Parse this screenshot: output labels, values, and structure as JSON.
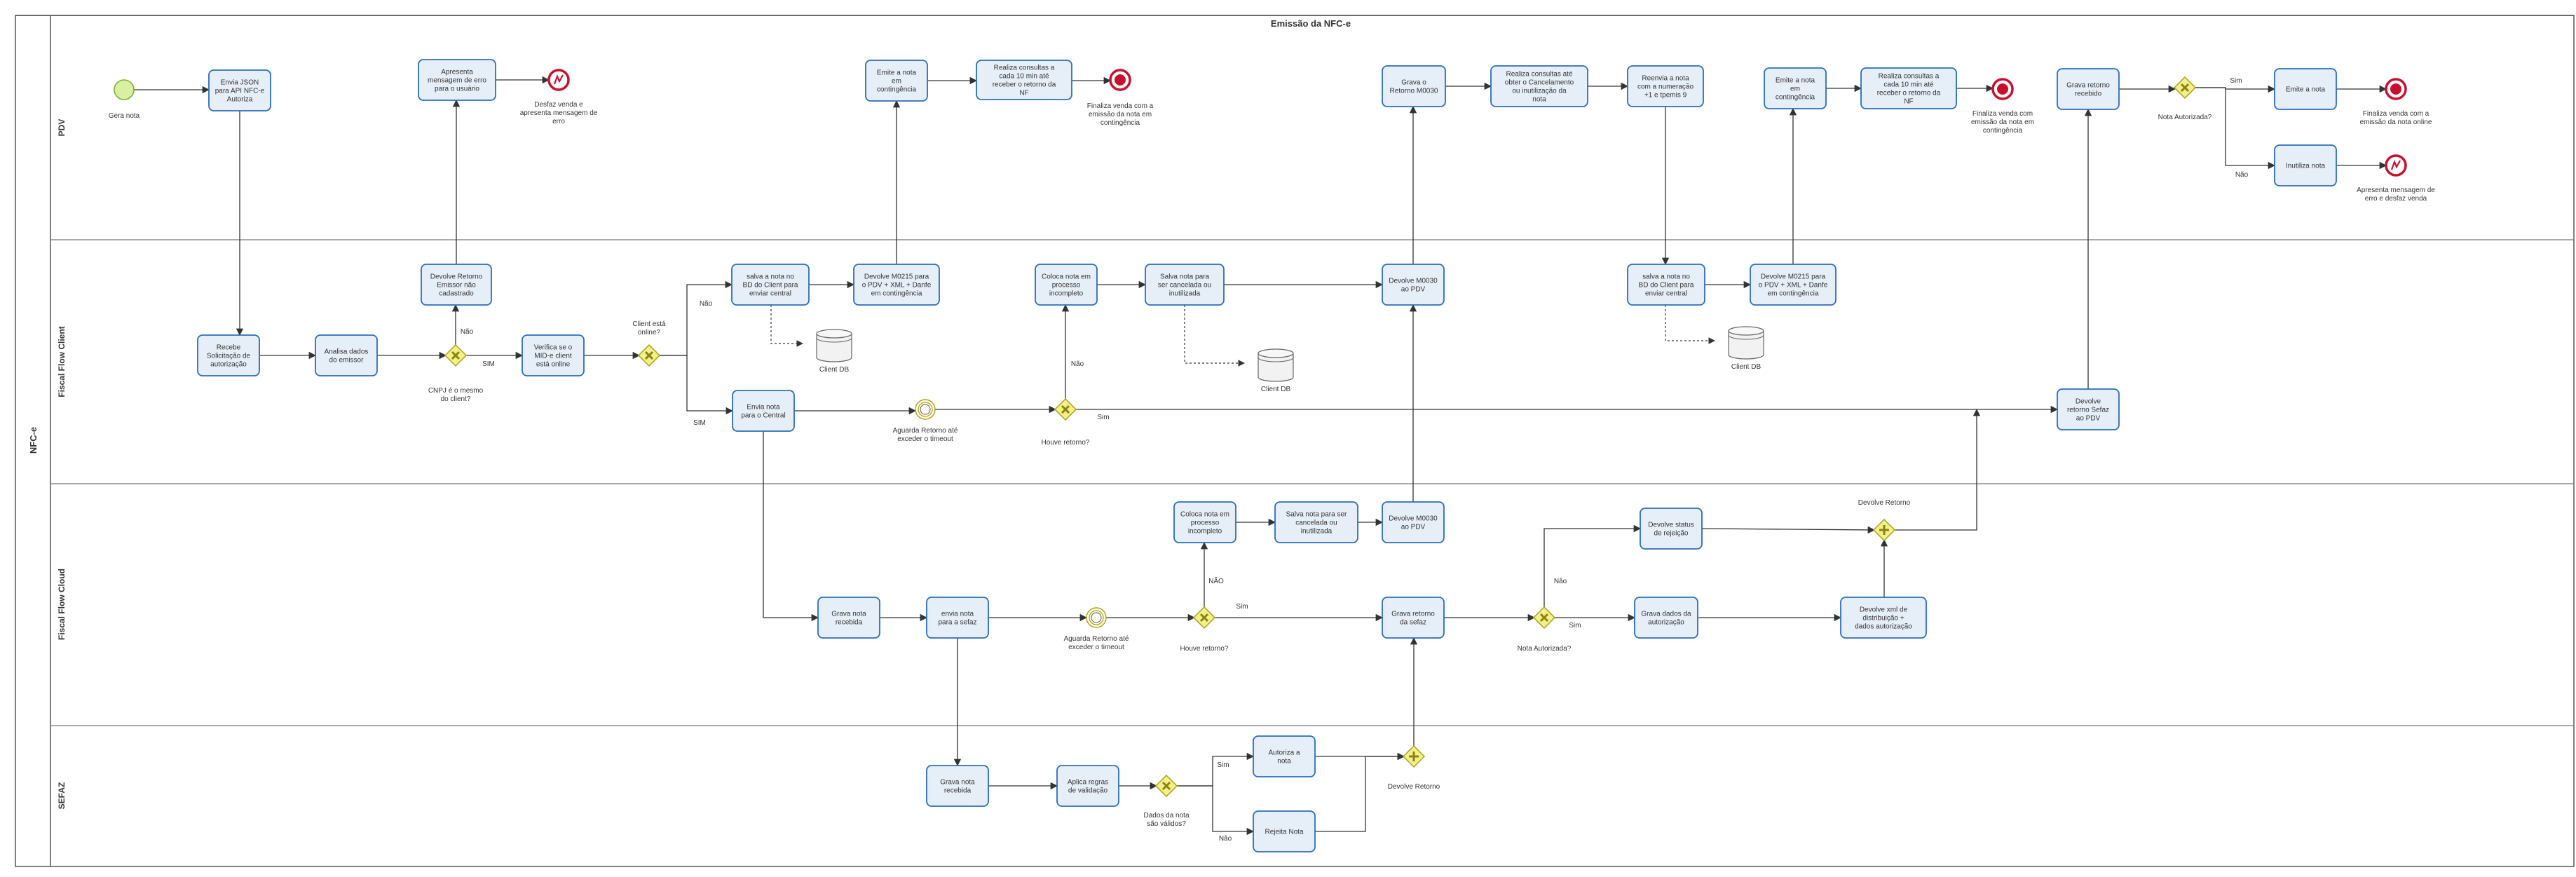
{
  "title": "Emissão da NFC-e",
  "pool": "NFC-e",
  "lanes": [
    "PDV",
    "Fiscal Flow Client",
    "Fiscal Flow Cloud",
    "SEFAZ"
  ],
  "tasks": {
    "envia_json": "Envia JSON para API NFC-e Autoriza",
    "apresenta_erro": "Apresenta mensagem de erro para o usuário",
    "emite_contingencia_1": "Emite a nota em contingência",
    "consultas_10min_1": "Realiza consultas a cada 10 min até receber o retorno da NF",
    "grava_retorno_m0030": "Grava o Retorno M0030",
    "consultas_cancelamento": "Realiza consultas até obter o Cancelamento ou inutilização da nota",
    "reenvia_nota": "Reenvia a nota com a numeração +1 e tpemis 9",
    "emite_contingencia_2": "Emite a nota em contingência",
    "consultas_10min_2": "Realiza consultas a cada 10 min até receber o retorno da NF",
    "grava_retorno_recebido": "Grava retorno recebido",
    "emite_nota": "Emite a nota",
    "inutiliza_nota": "Inutiliza nota",
    "recebe_solicitacao": "Recebe Solicitação de autorização",
    "analisa_emissor": "Analisa dados do emissor",
    "devolve_retorno_emissor": "Devolve Retorno Emissor não cadastrado",
    "verifica_mid": "Verifica se o MID-e client está online",
    "salva_bd_1": "salva a nota no BD do Client para enviar central",
    "devolve_m0215_1": "Devolve M0215 para o PDV + XML + Danfe em contingência",
    "coloca_processo_1": "Coloca nota em processo incompleto",
    "salva_cancelada_1": "Salva nota para ser cancelada ou inutilizada",
    "devolve_m0030_client": "Devolve M0030 ao PDV",
    "salva_bd_2": "salva a nota no BD do Client para enviar central",
    "devolve_m0215_2": "Devolve M0215 para o PDV + XML + Danfe em contingência",
    "envia_central": "Envia nota para o Central",
    "devolve_retorno_sefaz": "Devolve retorno Sefaz ao PDV",
    "coloca_processo_2": "Coloca nota em processo incompleto",
    "salva_cancelada_2": "Salva nota para ser cancelada ou inutilizada",
    "devolve_m0030_cloud": "Devolve M0030 ao PDV",
    "grava_nota_recebida_cloud": "Grava nota recebida",
    "envia_sefaz": "envia nota para a sefaz",
    "grava_retorno_sefaz": "Grava retorno da sefaz",
    "devolve_status_rejeicao": "Devolve status de rejeição",
    "grava_dados_autorizacao": "Grava dados da autorização",
    "devolve_xml": "Devolve xml de distribuição + dados autorização",
    "grava_nota_recebida_sefaz": "Grava nota recebida",
    "aplica_regras": "Aplica regras de validação",
    "autoriza_nota": "Autoriza a nota",
    "rejeita_nota": "Rejeita Nota"
  },
  "events": {
    "gera_nota": "Gera nota",
    "desfaz_venda": "Desfaz venda e apresenta mensagem de erro",
    "finaliza_contingencia_1": "Finaliza venda com a emissão da nota em contingência",
    "finaliza_contingencia_2": "Finaliza venda com emissão da nota em contingência",
    "finaliza_online": "Finaliza venda com a emissão da nota online",
    "apresenta_desfaz": "Apresenta mensagem de erro e desfaz venda",
    "aguarda_client": "Aguarda Retorno até exceder o timeout",
    "aguarda_cloud": "Aguarda Retorno até exceder o timeout"
  },
  "gateways": {
    "cnpj": "CNPJ é o mesmo do client?",
    "client_online": "Client está online?",
    "houve_retorno_client": "Houve retorno?",
    "houve_retorno_cloud": "Houve retorno?",
    "nota_autorizada_cloud": "Nota Autorizada?",
    "devolve_retorno_cloud": "Devolve Retorno",
    "dados_validos": "Dados da nota são válidos?",
    "devolve_retorno_sefaz": "Devolve Retorno",
    "nota_autorizada_pdv": "Nota Autorizada?"
  },
  "data_stores": {
    "db1": "Client DB",
    "db2": "Client DB",
    "db3": "Client DB"
  },
  "flow_labels": {
    "nao": "Não",
    "nao_caps": "NÃO",
    "sim": "Sim",
    "sim_caps": "SIM"
  },
  "colors": {
    "task_fill": "#e6eef8",
    "task_stroke": "#2a6ebd",
    "gateway_fill": "#f3f08a",
    "gateway_stroke": "#a8a21a",
    "start_fill": "#d9f0a3",
    "start_stroke": "#7ab32e",
    "end_stroke": "#c8102e",
    "line": "#333333"
  }
}
